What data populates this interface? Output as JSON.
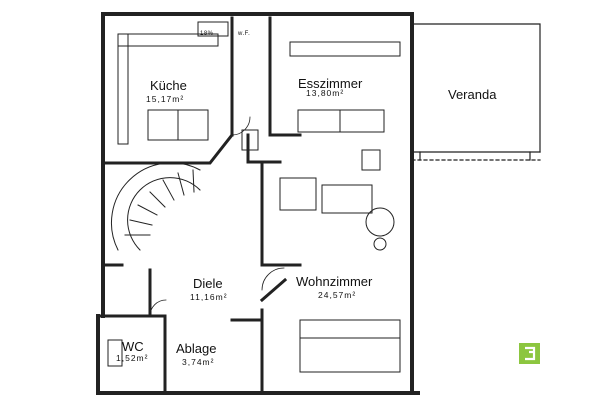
{
  "plan": {
    "rooms": [
      {
        "id": "kueche",
        "name": "Küche",
        "area": "15,17m²"
      },
      {
        "id": "esszimmer",
        "name": "Esszimmer",
        "area": "13,80m²"
      },
      {
        "id": "veranda",
        "name": "Veranda",
        "area": ""
      },
      {
        "id": "diele",
        "name": "Diele",
        "area": "11,16m²"
      },
      {
        "id": "wohnzimmer",
        "name": "Wohnzimmer",
        "area": "24,57m²"
      },
      {
        "id": "wc",
        "name": "WC",
        "area": "1,52m²"
      },
      {
        "id": "ablage",
        "name": "Ablage",
        "area": "3,74m²"
      }
    ],
    "annotations": {
      "small_label_1": "18%",
      "small_label_2": "w.F."
    }
  },
  "logo": {
    "color": "#8cc63f"
  }
}
